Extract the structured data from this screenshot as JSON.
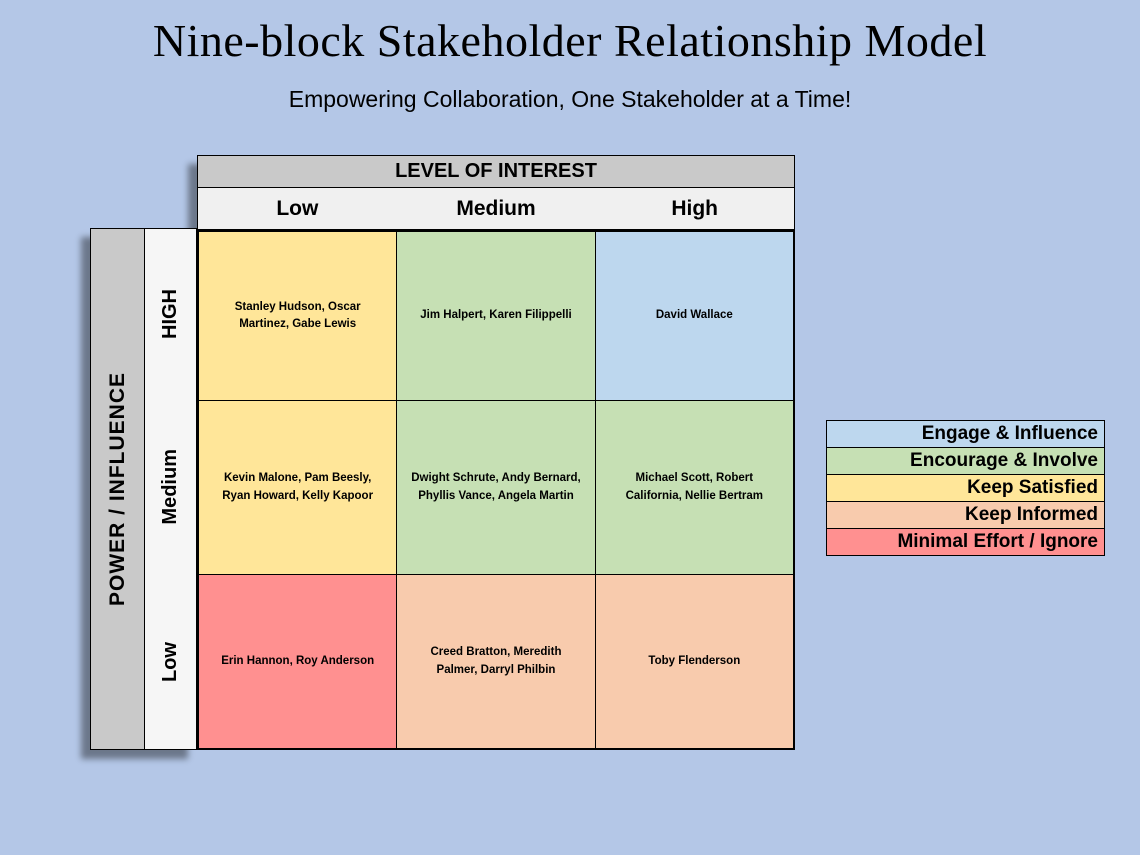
{
  "title": "Nine-block Stakeholder Relationship Model",
  "subtitle": "Empowering Collaboration, One Stakeholder at a Time!",
  "matrix": {
    "interest_header": "LEVEL OF INTEREST",
    "power_header": "POWER / INFLUENCE",
    "columns": [
      "Low",
      "Medium",
      "High"
    ],
    "rows": [
      "HIGH",
      "Medium",
      "Low"
    ],
    "cells": [
      [
        {
          "text": "Stanley Hudson, Oscar Martinez, Gabe Lewis",
          "color": "#FFE699"
        },
        {
          "text": "Jim Halpert, Karen Filippelli",
          "color": "#C6E0B4"
        },
        {
          "text": "David Wallace",
          "color": "#BDD7EE"
        }
      ],
      [
        {
          "text": "Kevin Malone, Pam Beesly, Ryan Howard, Kelly Kapoor",
          "color": "#FFE699"
        },
        {
          "text": "Dwight Schrute, Andy Bernard, Phyllis Vance, Angela Martin",
          "color": "#C6E0B4"
        },
        {
          "text": "Michael Scott, Robert California, Nellie Bertram",
          "color": "#C6E0B4"
        }
      ],
      [
        {
          "text": "Erin Hannon, Roy Anderson",
          "color": "#FF9090"
        },
        {
          "text": "Creed Bratton, Meredith Palmer, Darryl Philbin",
          "color": "#F8CBAD"
        },
        {
          "text": "Toby Flenderson",
          "color": "#F8CBAD"
        }
      ]
    ]
  },
  "legend": {
    "items": [
      {
        "label": "Engage & Influence",
        "color": "#BDD7EE"
      },
      {
        "label": "Encourage & Involve",
        "color": "#C6E0B4"
      },
      {
        "label": "Keep Satisfied",
        "color": "#FFE699"
      },
      {
        "label": "Keep Informed",
        "color": "#F8CBAD"
      },
      {
        "label": "Minimal Effort / Ignore",
        "color": "#FF9090"
      }
    ]
  },
  "colors": {
    "background": "#B4C7E7",
    "header_gray": "#C9C9C9",
    "subheader_gray": "#F0F0F0"
  }
}
